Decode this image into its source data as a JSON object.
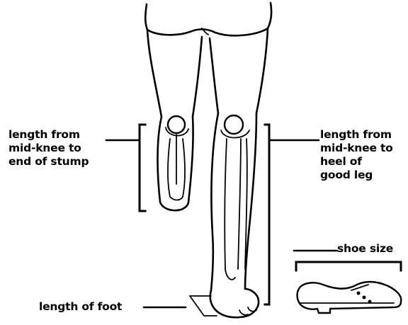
{
  "labels": {
    "stump_length": "length from\nmid-knee to\nend of stump",
    "good_leg_length": "length from\nmid-knee to\nheel of\ngood leg",
    "shoe_size": "shoe size",
    "foot_length": "length of foot"
  }
}
